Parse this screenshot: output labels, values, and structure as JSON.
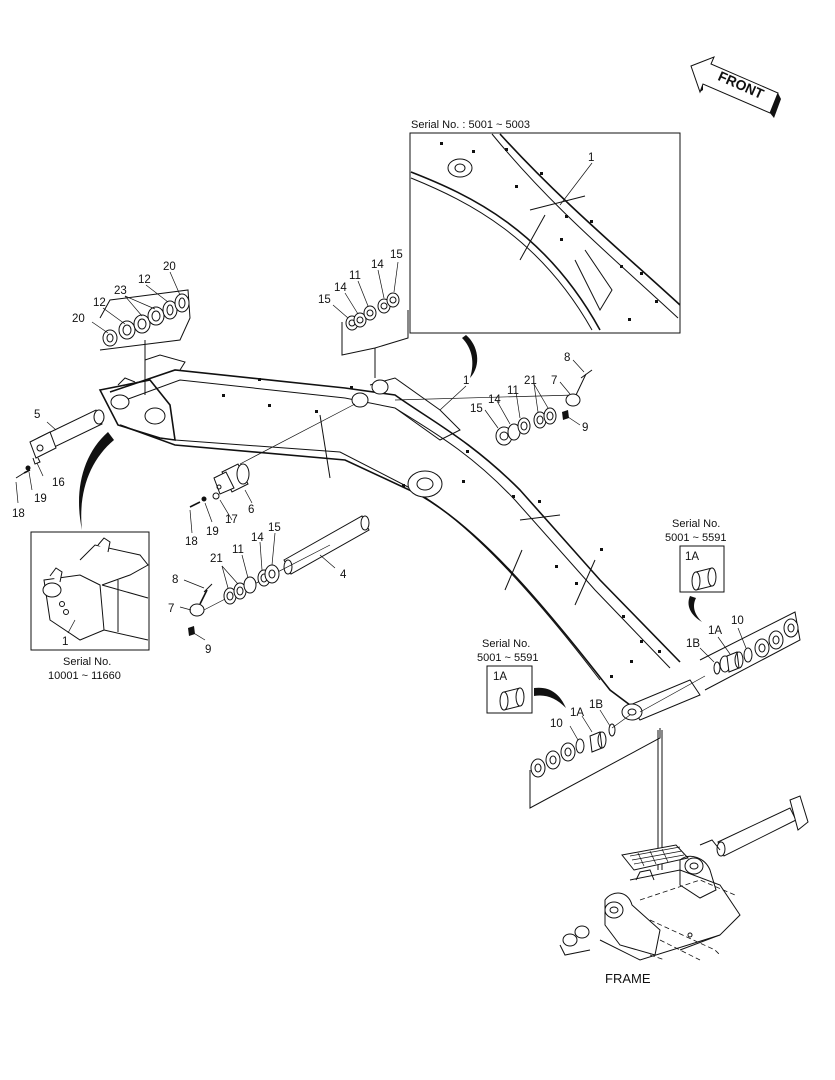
{
  "diagram": {
    "front_label": "FRONT",
    "frame_label": "FRAME",
    "inset_top": {
      "title": "Serial No. : 5001 ~ 5003",
      "part": "1"
    },
    "inset_left": {
      "part": "1",
      "serial_label": "Serial No.",
      "serial_range": "10001 ~ 11660"
    },
    "inset_right": {
      "serial_label": "Serial No.",
      "serial_range": "5001 ~ 5591",
      "part": "1A"
    },
    "inset_mid": {
      "serial_label": "Serial No.",
      "serial_range": "5001 ~ 5591",
      "part": "1A"
    },
    "callouts": {
      "top_left_stack": [
        "20",
        "12",
        "23",
        "12",
        "20"
      ],
      "top_center_stack": [
        "15",
        "14",
        "11",
        "14",
        "15"
      ],
      "right_stack": [
        "15",
        "14",
        "11",
        "21",
        "7",
        "8",
        "9"
      ],
      "left_pin": [
        "5",
        "16",
        "19",
        "18"
      ],
      "center_pin": [
        "6",
        "17",
        "19",
        "18"
      ],
      "boom": "1",
      "long_pin": "4",
      "left_stack": [
        "21",
        "11",
        "14",
        "15",
        "8",
        "7",
        "9"
      ],
      "foot_right": [
        "1B",
        "1A",
        "10"
      ],
      "foot_left": [
        "10",
        "1A",
        "1B"
      ]
    }
  }
}
